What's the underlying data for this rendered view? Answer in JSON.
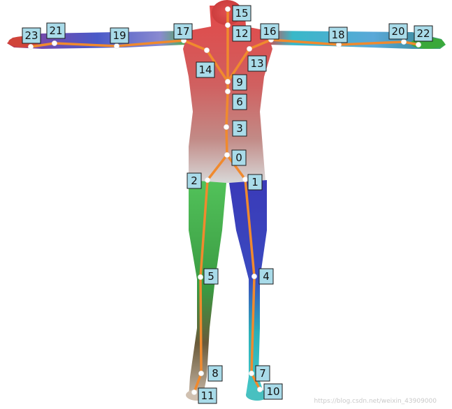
{
  "diagram": {
    "joints": [
      {
        "id": "0"
      },
      {
        "id": "1"
      },
      {
        "id": "2"
      },
      {
        "id": "3"
      },
      {
        "id": "4"
      },
      {
        "id": "5"
      },
      {
        "id": "6"
      },
      {
        "id": "7"
      },
      {
        "id": "8"
      },
      {
        "id": "9"
      },
      {
        "id": "10"
      },
      {
        "id": "11"
      },
      {
        "id": "12"
      },
      {
        "id": "13"
      },
      {
        "id": "14"
      },
      {
        "id": "15"
      },
      {
        "id": "16"
      },
      {
        "id": "17"
      },
      {
        "id": "18"
      },
      {
        "id": "19"
      },
      {
        "id": "20"
      },
      {
        "id": "21"
      },
      {
        "id": "22"
      },
      {
        "id": "23"
      }
    ],
    "bones": [
      [
        "0",
        "1"
      ],
      [
        "0",
        "2"
      ],
      [
        "0",
        "3"
      ],
      [
        "1",
        "4"
      ],
      [
        "2",
        "5"
      ],
      [
        "3",
        "6"
      ],
      [
        "4",
        "7"
      ],
      [
        "5",
        "8"
      ],
      [
        "6",
        "9"
      ],
      [
        "7",
        "10"
      ],
      [
        "8",
        "11"
      ],
      [
        "9",
        "12"
      ],
      [
        "9",
        "13"
      ],
      [
        "9",
        "14"
      ],
      [
        "12",
        "15"
      ],
      [
        "13",
        "16"
      ],
      [
        "14",
        "17"
      ],
      [
        "16",
        "18"
      ],
      [
        "17",
        "19"
      ],
      [
        "18",
        "20"
      ],
      [
        "19",
        "21"
      ],
      [
        "20",
        "22"
      ],
      [
        "21",
        "23"
      ]
    ],
    "colors": {
      "bone": "#f08a2e",
      "label_fill": "#a9dbe9",
      "label_stroke": "#1a1a1a",
      "joint": "#ffffff",
      "torso": "#d84e4e",
      "left_leg": "#34a84a",
      "right_leg": "#3a3fb0",
      "left_arm": "#5060c8",
      "right_arm": "#30b8c0"
    }
  },
  "watermark": "https://blog.csdn.net/weixin_43909000"
}
